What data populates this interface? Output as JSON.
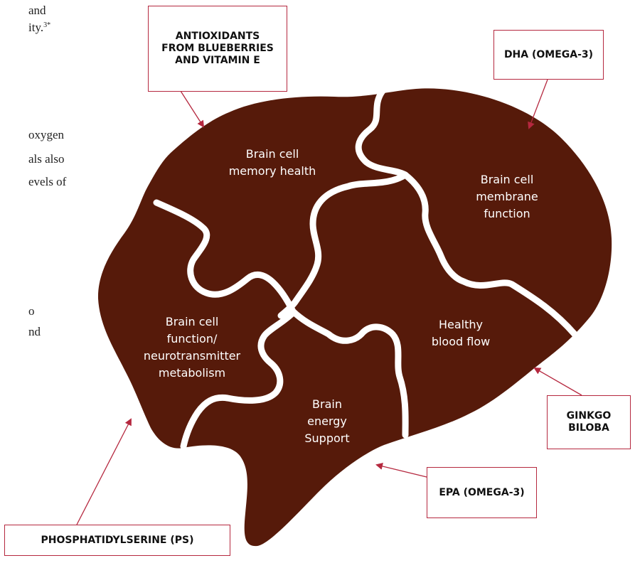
{
  "text_fragments": [
    {
      "text": "and"
    },
    {
      "text": "ity.",
      "sup": "3*"
    },
    {
      "text": "oxygen"
    },
    {
      "text": "als also"
    },
    {
      "text": "evels of"
    },
    {
      "text": "o"
    },
    {
      "text": "nd"
    }
  ],
  "regions": [
    {
      "name": "memory",
      "lines": [
        "Brain cell",
        "memory health"
      ]
    },
    {
      "name": "membrane",
      "lines": [
        "Brain cell",
        "membrane",
        "function"
      ]
    },
    {
      "name": "bloodflow",
      "lines": [
        "Healthy",
        "blood flow"
      ]
    },
    {
      "name": "neuro",
      "lines": [
        "Brain cell",
        "function/",
        "neurotransmitter",
        "metabolism"
      ]
    },
    {
      "name": "energy",
      "lines": [
        "Brain",
        "energy",
        "Support"
      ]
    }
  ],
  "callouts": [
    {
      "name": "antioxidants",
      "text": "ANTIOXIDANTS FROM BLUEBERRIES AND VITAMIN E"
    },
    {
      "name": "dha",
      "text": "DHA (OMEGA-3)"
    },
    {
      "name": "ginkgo",
      "text": "GINKGO BILOBA"
    },
    {
      "name": "epa",
      "text": "EPA (OMEGA-3)"
    },
    {
      "name": "ps",
      "text": "PHOSPHATIDYLSERINE (PS)"
    }
  ],
  "colors": {
    "brain": "#561a0a",
    "gap": "#ffffff",
    "accent": "#b5283f"
  }
}
